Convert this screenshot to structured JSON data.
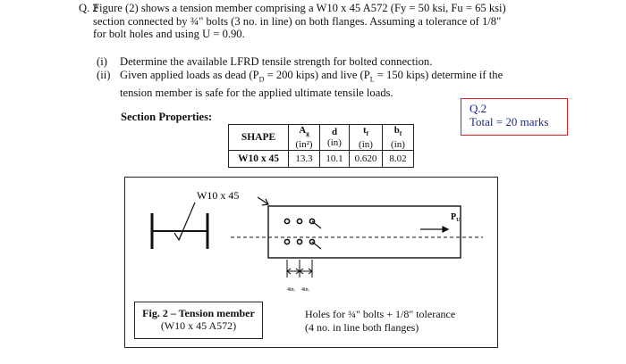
{
  "question": {
    "number": "Q. 2",
    "line1": "Figure (2) shows a tension member comprising a W10 x 45 A572 (F",
    "fy_text": "y = 50 ksi, F",
    "fu_text": "u = 65 ksi)",
    "line2": "section connected by ¾\" bolts (3 no. in line) on both flanges. Assuming a tolerance of 1/8\"",
    "line3": "for bolt holes and using U = 0.90."
  },
  "items": [
    {
      "roman": "(i)",
      "text": "Determine the available LFRD tensile strength for bolted connection."
    },
    {
      "roman": "(ii)",
      "line1": "Given applied loads as dead (P",
      "d_sub": "D",
      "mid": " = 200 kips) and live (P",
      "l_sub": "L",
      "end": " = 150 kips) determine if the",
      "line2": "tension member is safe for the applied ultimate tensile loads."
    }
  ],
  "section_label": "Section Properties:",
  "marks": {
    "q": "Q.2",
    "total": "Total = 20 marks"
  },
  "table": {
    "shape_header": "SHAPE",
    "columns": [
      {
        "sym": "A",
        "sub": "g",
        "unit": "(in²)"
      },
      {
        "sym": "d",
        "sub": "",
        "unit": "(in)"
      },
      {
        "sym": "t",
        "sub": "f",
        "unit": "(in)"
      },
      {
        "sym": "b",
        "sub": "f",
        "unit": "(in)"
      }
    ],
    "row": {
      "shape": "W10 x 45",
      "values": [
        "13.3",
        "10.1",
        "0.620",
        "8.02"
      ]
    }
  },
  "figure": {
    "section_label": "W10 x 45",
    "load_label": "P",
    "load_sub": "U",
    "spacing_labels": [
      "4in.",
      "4in."
    ],
    "caption_title": "Fig. 2 – Tension member",
    "caption_sub": "(W10 x 45 A572)",
    "holes_line1": "Holes for ¾\" bolts + 1/8\" tolerance",
    "holes_line2": "(4 no. in line both flanges)"
  }
}
